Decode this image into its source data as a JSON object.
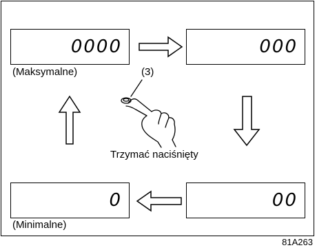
{
  "displays": {
    "top_left": "0000",
    "top_right": "000",
    "bottom_right": "00",
    "bottom_left": "0"
  },
  "labels": {
    "max": "(Maksymalne)",
    "min": "(Minimalne)",
    "callout": "(3)",
    "hold": "Trzymać naciśnięty"
  },
  "figure_code": "81A263",
  "icons": {
    "arrows": [
      "arrow-right-icon",
      "arrow-down-icon",
      "arrow-left-icon",
      "arrow-up-icon"
    ],
    "hand": "hand-pressing-button-icon"
  }
}
